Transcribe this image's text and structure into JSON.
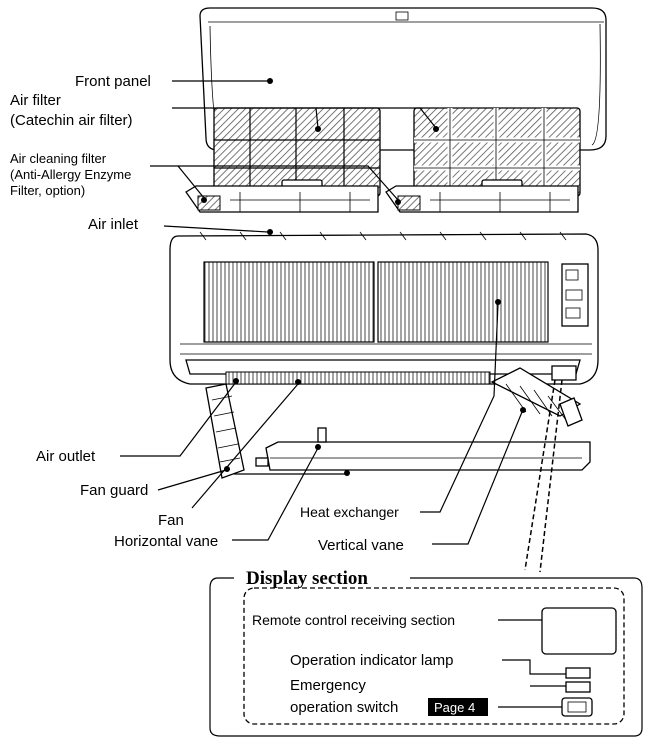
{
  "labels": {
    "front_panel": "Front panel",
    "air_filter_1": "Air filter",
    "air_filter_2": "(Catechin air filter)",
    "air_cleaning_1": "Air cleaning filter",
    "air_cleaning_2": "(Anti-Allergy Enzyme",
    "air_cleaning_3": "Filter, option)",
    "air_inlet": "Air inlet",
    "air_outlet": "Air outlet",
    "fan_guard": "Fan guard",
    "fan": "Fan",
    "horizontal_vane": "Horizontal vane",
    "heat_exchanger": "Heat exchanger",
    "vertical_vane": "Vertical vane"
  },
  "display_section": {
    "title": "Display section",
    "remote_receiver": "Remote control receiving section",
    "operation_lamp": "Operation indicator lamp",
    "emergency_1": "Emergency",
    "emergency_2": "operation switch",
    "page_ref": "Page 4"
  },
  "colors": {
    "line": "#000000",
    "badge_bg": "#000000",
    "badge_text": "#ffffff"
  }
}
